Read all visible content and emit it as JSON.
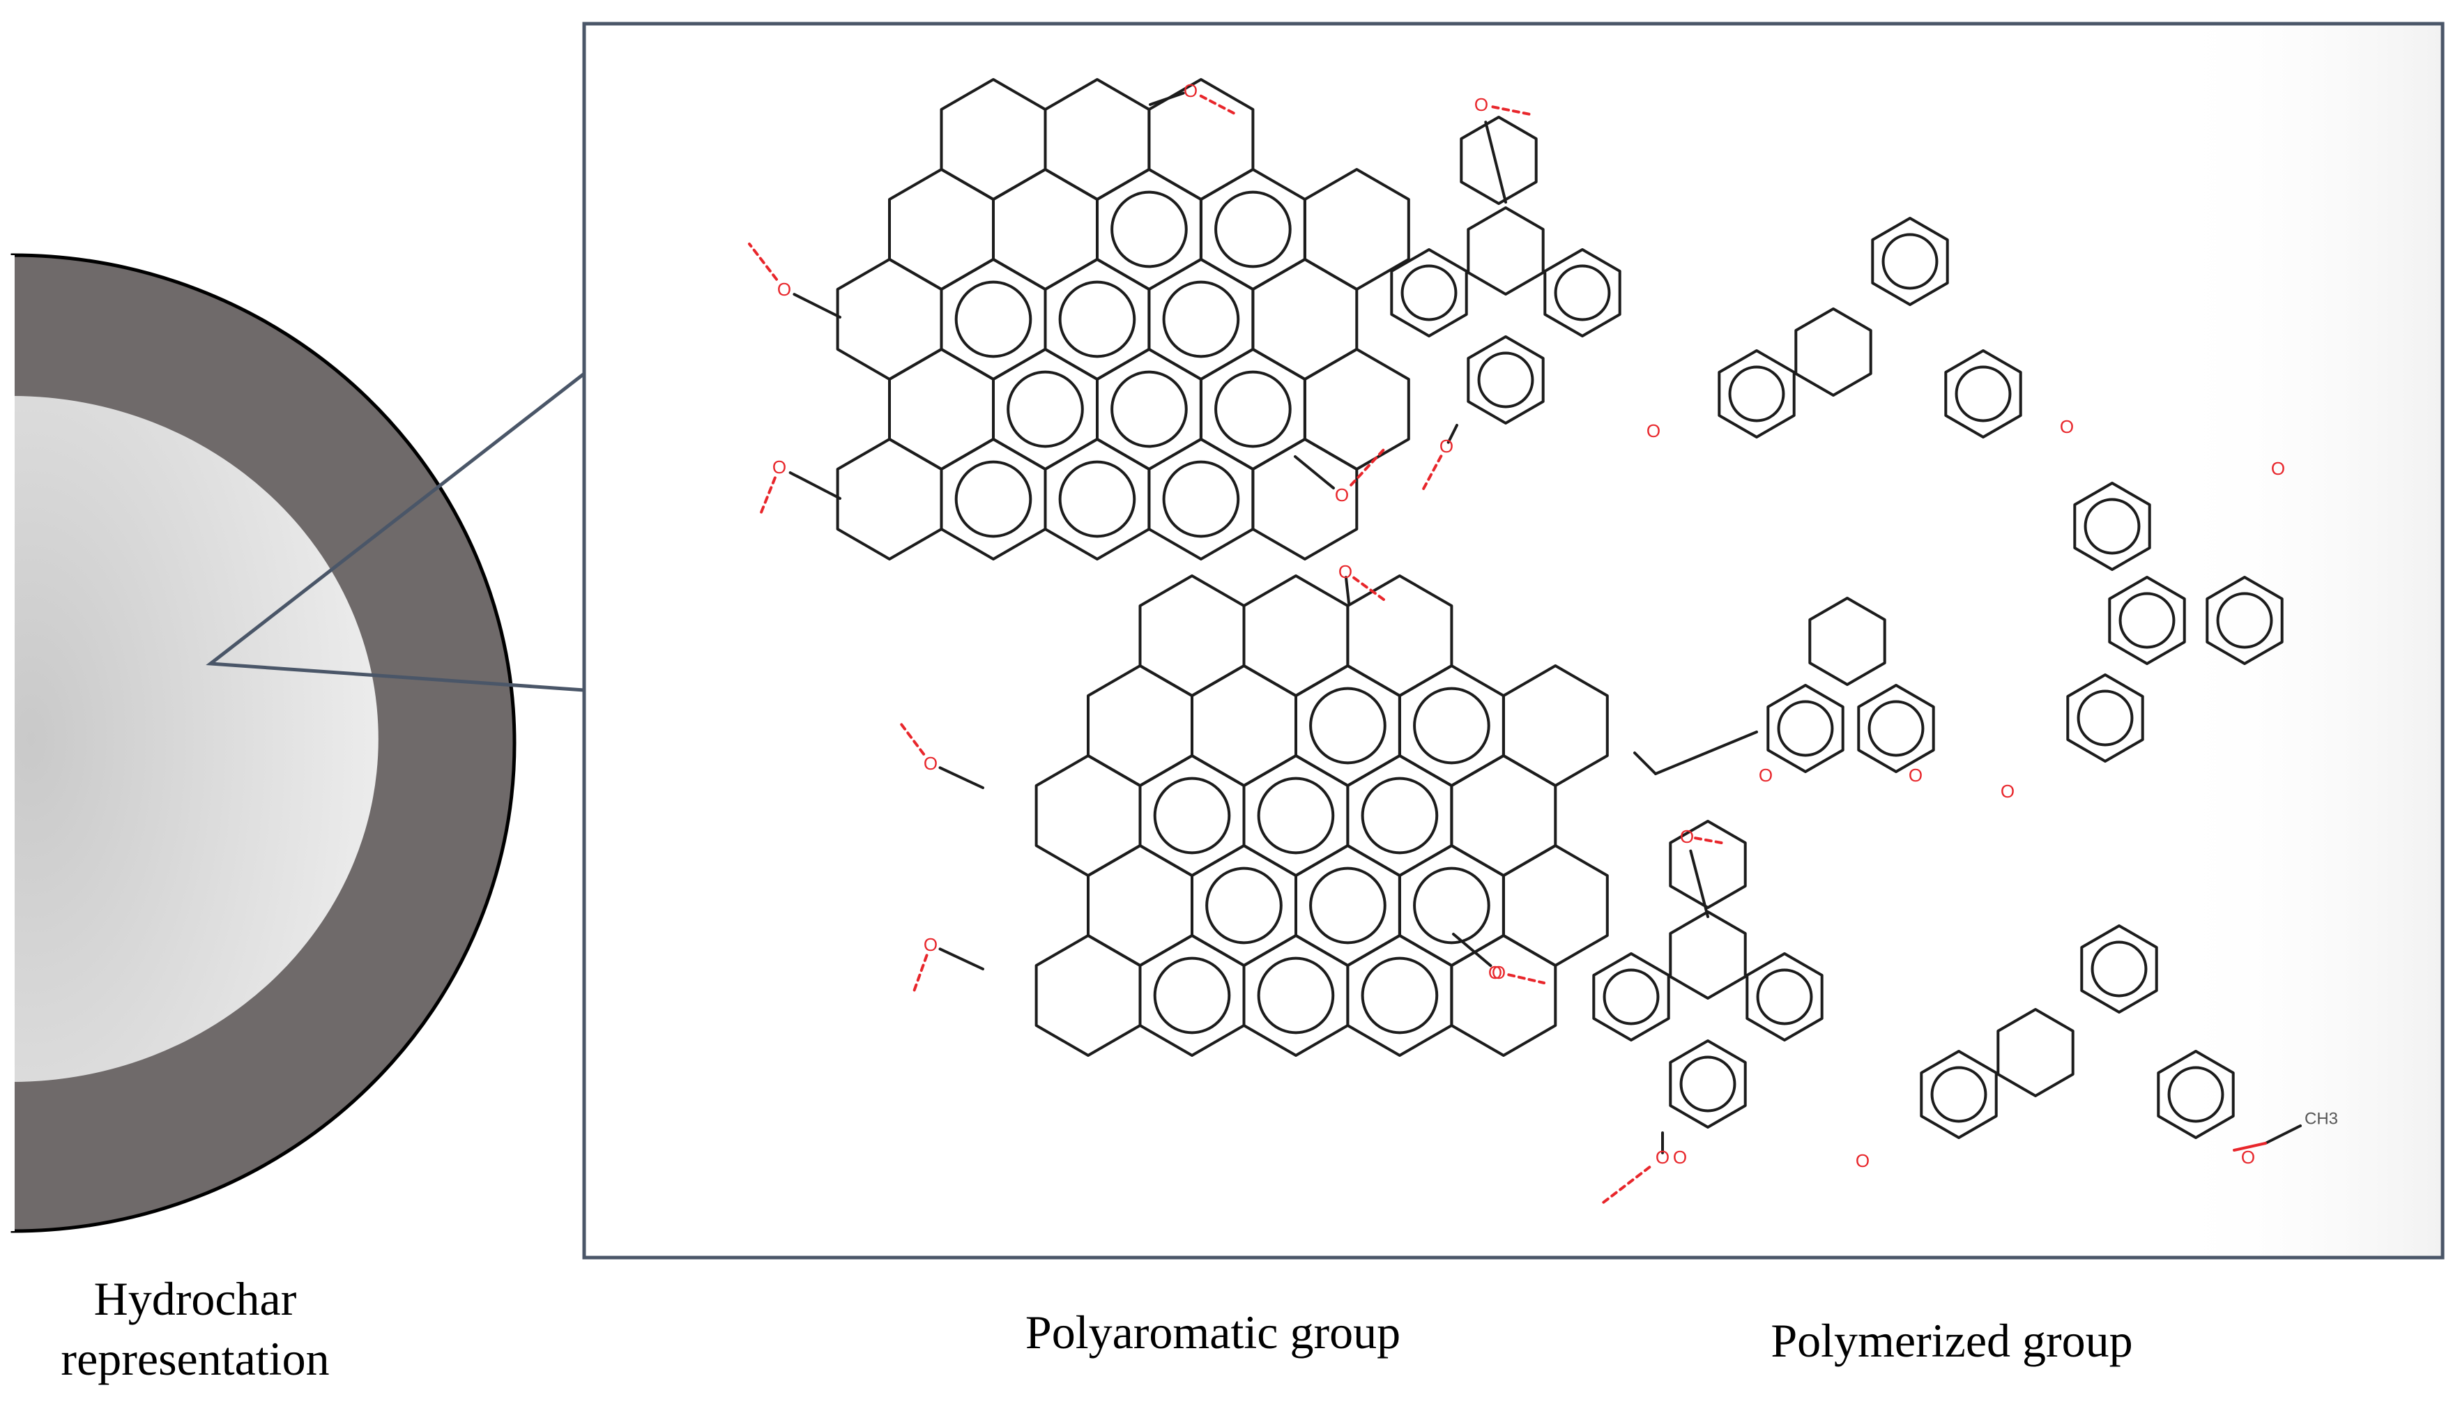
{
  "captions": {
    "hydrochar_line1": "Hydrochar",
    "hydrochar_line2": "representation",
    "polyaromatic": "Polyaromatic  group",
    "polymerized": "Polymerized  group"
  },
  "atoms": {
    "oxygen": "O",
    "methyl": "CH",
    "methyl_sub": "3"
  },
  "colors": {
    "shell": "#6f6a6a",
    "core_center": "#c9c9c9",
    "core_edge": "#ebebeb",
    "frame": "#4a5668",
    "bond": "#1c1c1c",
    "oxygen": "#e8262b"
  }
}
